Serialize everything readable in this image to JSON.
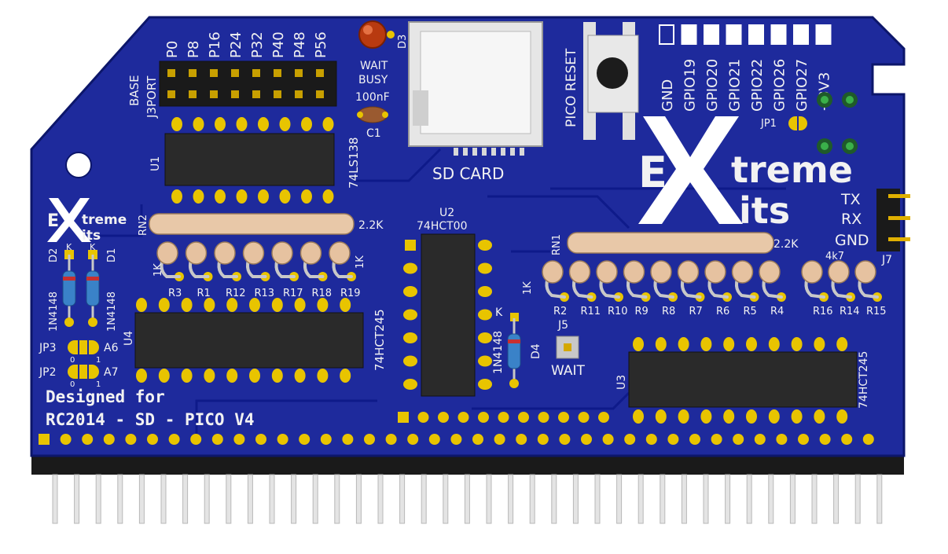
{
  "board": {
    "colors": {
      "pcb": "#1e2a9c",
      "silkscreen": "#f2f2f2",
      "pad": "#e8c400",
      "ic": "#2a2a2a",
      "resistor": "#e8c8a8",
      "pins": "#e0e0e0"
    }
  },
  "labels": {
    "designed_for": "Designed for",
    "project": "RC2014 - SD - PICO V4",
    "sd_card": "SD CARD",
    "pico_reset": "PICO RESET",
    "wait_busy_1": "WAIT",
    "wait_busy_2": "BUSY",
    "cap_value": "100nF",
    "c1": "C1",
    "d3": "D3",
    "base": "BASE",
    "j3port": "J3PORT",
    "jp1": "JP1",
    "tx": "TX",
    "rx": "RX",
    "gnd2": "GND",
    "j7": "J7",
    "wait": "WAIT",
    "j5": "J5",
    "d4": "D4",
    "d4_part": "1N4148",
    "k": "K",
    "d1": "D1",
    "d2": "D2",
    "d1_part": "1N4148",
    "d2_part": "1N4148",
    "jp3": "JP3",
    "jp2": "JP2",
    "a6": "A6",
    "a7": "A7",
    "zero": "0",
    "one": "1"
  },
  "port_labels": [
    "P0",
    "P8",
    "P16",
    "P24",
    "P32",
    "P40",
    "P48",
    "P56"
  ],
  "gpio_labels": [
    "GND",
    "GPIO19",
    "GPIO20",
    "GPIO21",
    "GPIO22",
    "GPIO26",
    "GPIO27",
    "+3V3"
  ],
  "chips": {
    "u1": {
      "ref": "U1",
      "part": "74LS138"
    },
    "u2": {
      "ref": "U2",
      "part": "74HCT00"
    },
    "u3": {
      "ref": "U3",
      "part": "74HCT245"
    },
    "u4": {
      "ref": "U4",
      "part": "74HCT245"
    }
  },
  "networks": {
    "rn1": {
      "ref": "RN1",
      "value": "2.2K"
    },
    "rn2": {
      "ref": "RN2",
      "value": "2.2K"
    }
  },
  "resistors_left": {
    "value": "1K",
    "refs": [
      "R3",
      "R1",
      "R12",
      "R13",
      "R17",
      "R18",
      "R19"
    ]
  },
  "resistors_mid": {
    "value": "1K",
    "refs": [
      "R2",
      "R11",
      "R10",
      "R9",
      "R8",
      "R7",
      "R6",
      "R5",
      "R4"
    ]
  },
  "resistors_right": {
    "value": "4k7",
    "refs": [
      "R16",
      "R14",
      "R15"
    ]
  },
  "logo": {
    "big_e": "E",
    "big_rest_top": "treme",
    "big_rest_bottom": "its",
    "small_e": "E",
    "small_rest_top": "treme",
    "small_rest_bottom": "its"
  }
}
